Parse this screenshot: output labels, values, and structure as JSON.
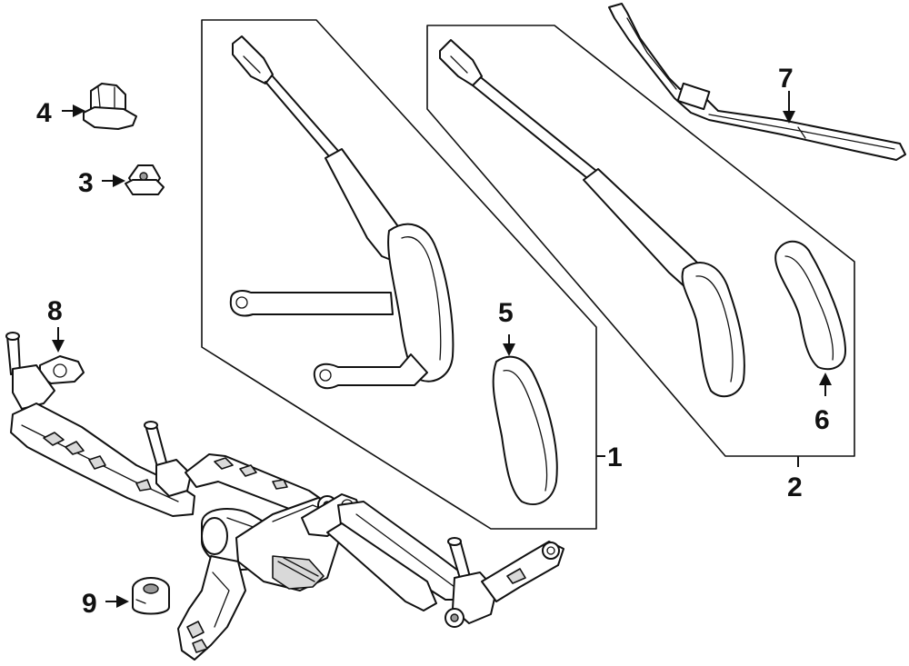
{
  "diagram": {
    "type": "exploded parts diagram",
    "callouts": [
      {
        "id": "1",
        "label": "1"
      },
      {
        "id": "2",
        "label": "2"
      },
      {
        "id": "3",
        "label": "3"
      },
      {
        "id": "4",
        "label": "4"
      },
      {
        "id": "5",
        "label": "5"
      },
      {
        "id": "6",
        "label": "6"
      },
      {
        "id": "7",
        "label": "7"
      },
      {
        "id": "8",
        "label": "8"
      },
      {
        "id": "9",
        "label": "9"
      }
    ],
    "colors": {
      "line": "#111111",
      "background": "#ffffff",
      "shade": "#d9d9d9"
    }
  }
}
